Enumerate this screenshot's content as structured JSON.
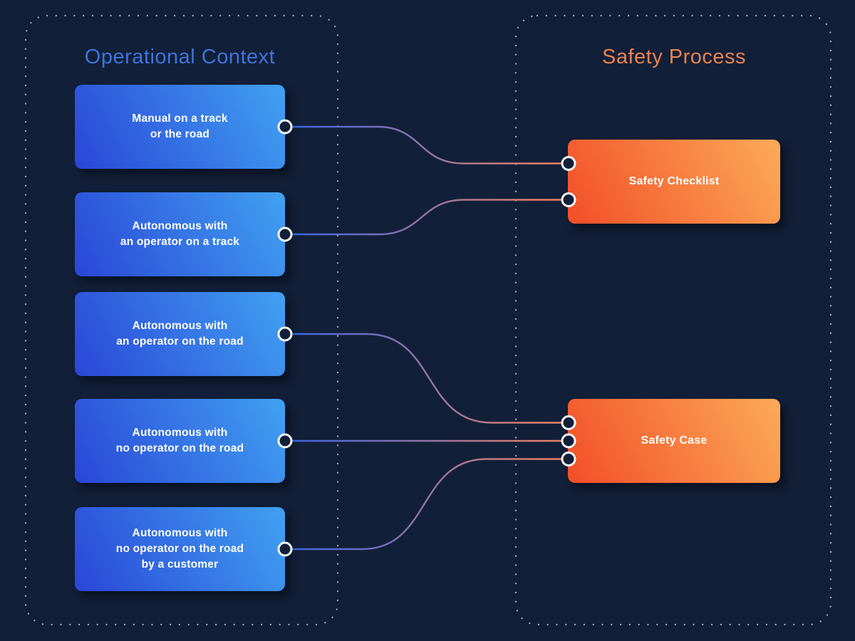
{
  "theme": {
    "colors": {
      "bg": "#121f38",
      "panel-dot": "#c3cbdc",
      "box-blue-start": "#2a46d8",
      "box-blue-end": "#41a1f1",
      "box-orange-start": "#f24e28",
      "box-orange-end": "#fcab57",
      "title-blue": "#3e74da",
      "title-orange": "#e9824e",
      "line-start": "#3c66e4",
      "line-end": "#ee8162",
      "dot-ring": "#f5f7fa",
      "box-text": "#ffffff"
    }
  },
  "left_panel": {
    "title": "Operational Context",
    "boxes": [
      {
        "label": "Manual on a track\nor the road"
      },
      {
        "label": "Autonomous with\nan operator on a track"
      },
      {
        "label": "Autonomous with\nan operator on the road"
      },
      {
        "label": "Autonomous with\nno operator on the road"
      },
      {
        "label": "Autonomous with\nno operator on the road\nby a customer"
      }
    ]
  },
  "right_panel": {
    "title": "Safety Process",
    "boxes": [
      {
        "label": "Safety Checklist"
      },
      {
        "label": "Safety Case"
      }
    ]
  },
  "connections": [
    {
      "from": "Manual on a track or the road",
      "to": "Safety Checklist"
    },
    {
      "from": "Autonomous with an operator on a track",
      "to": "Safety Checklist"
    },
    {
      "from": "Autonomous with an operator on the road",
      "to": "Safety Case"
    },
    {
      "from": "Autonomous with no operator on the road",
      "to": "Safety Case"
    },
    {
      "from": "Autonomous with no operator on the road by a customer",
      "to": "Safety Case"
    }
  ]
}
